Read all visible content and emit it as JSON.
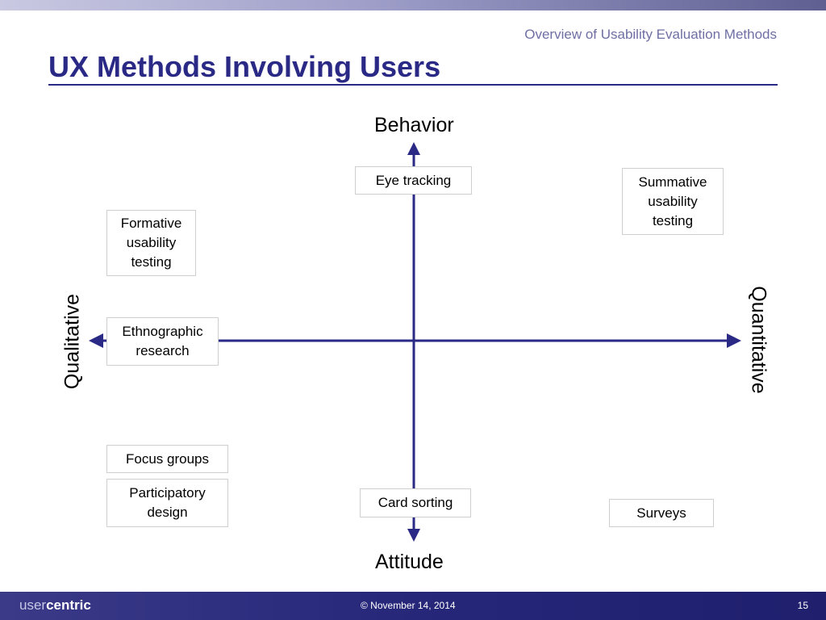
{
  "header": {
    "subtitle": "Overview of Usability Evaluation Methods",
    "title": "UX Methods Involving Users"
  },
  "axes": {
    "top": "Behavior",
    "bottom": "Attitude",
    "left": "Qualitative",
    "right": "Quantitative"
  },
  "methods": {
    "eye_tracking": "Eye tracking",
    "summative": "Summative\nusability\ntesting",
    "formative": "Formative\nusability\ntesting",
    "ethnographic": "Ethnographic\nresearch",
    "focus_groups": "Focus groups",
    "participatory": "Participatory\ndesign",
    "card_sorting": "Card sorting",
    "surveys": "Surveys"
  },
  "footer": {
    "logo_part1": "user",
    "logo_part2": "centric",
    "date": "© November 14, 2014",
    "page_number": "15"
  },
  "colors": {
    "axis": "#2a2a86",
    "title": "#2a2a86",
    "footer": "#27277a"
  }
}
